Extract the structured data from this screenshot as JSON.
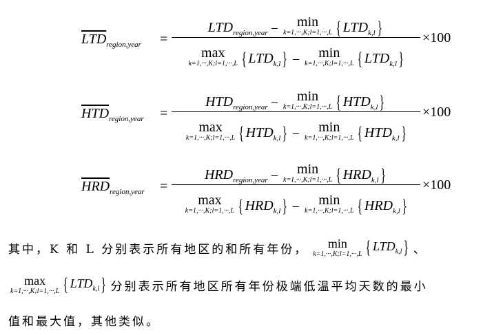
{
  "equations": [
    {
      "id": "ltd",
      "var": "LTD",
      "subscript": "region,year",
      "num_term": "LTD",
      "num_sub": "region,year",
      "min_word": "min",
      "max_word": "max",
      "limits": "k=1,···,K;l=1,···,L",
      "set_term": "LTD",
      "set_sub": "k,l",
      "times": "×100"
    },
    {
      "id": "htd",
      "var": "HTD",
      "subscript": "region,year",
      "num_term": "HTD",
      "num_sub": "region,year",
      "min_word": "min",
      "max_word": "max",
      "limits": "k=1,···,K;l=1,···,L",
      "set_term": "HTD",
      "set_sub": "k,l",
      "times": "×100"
    },
    {
      "id": "hrd",
      "var": "HRD",
      "subscript": "region,year",
      "num_term": "HRD",
      "num_sub": "region,year",
      "min_word": "min",
      "max_word": "max",
      "limits": "k=1,···,K;l=1,···,L",
      "set_term": "HRD",
      "set_sub": "k,l",
      "times": "×100"
    }
  ],
  "paragraph": {
    "line1_prefix": "其中，K 和 L 分别表示所有地区的和所有年份，",
    "line1_suffix": "、",
    "line2_suffix": "分别表示所有地区所有年份极端低温平均天数的最小",
    "line3": "值和最大值，其他类似。"
  }
}
